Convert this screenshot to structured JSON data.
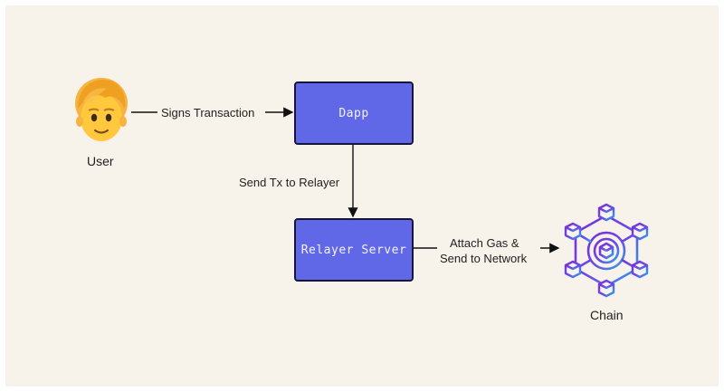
{
  "diagram": {
    "nodes": {
      "user": {
        "label": "User",
        "icon": "person-emoji-icon"
      },
      "dapp": {
        "label": "Dapp"
      },
      "relayer": {
        "label": "Relayer Server"
      },
      "chain": {
        "label": "Chain",
        "icon": "blockchain-network-icon"
      }
    },
    "edges": {
      "user_to_dapp": {
        "label": "Signs Transaction"
      },
      "dapp_to_relayer": {
        "label": "Send Tx to Relayer"
      },
      "relayer_to_chain": {
        "label_line1": "Attach Gas &",
        "label_line2": "Send to Network"
      }
    }
  },
  "colors": {
    "background": "#f8f3ea",
    "box_fill": "#6168e8",
    "box_border": "#15163a",
    "arrow": "#111111"
  }
}
